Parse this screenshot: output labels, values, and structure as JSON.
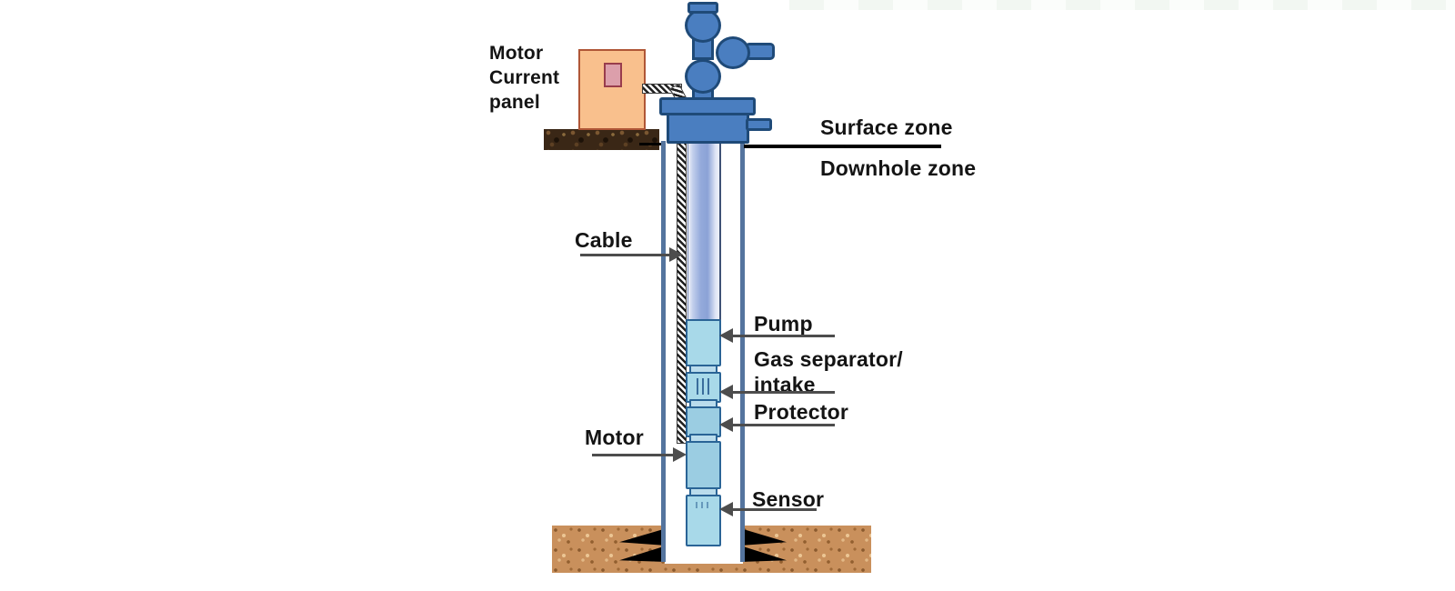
{
  "labels": {
    "panel_line1": "Motor",
    "panel_line2": "Current",
    "panel_line3": "panel",
    "cable": "Cable",
    "surface_zone": "Surface zone",
    "downhole_zone": "Downhole zone",
    "pump": "Pump",
    "gas_separator_line1": "Gas separator/",
    "gas_separator_line2": "intake",
    "protector": "Protector",
    "motor": "Motor",
    "sensor": "Sensor"
  },
  "colors": {
    "wellhead_blue": "#4a7ec0",
    "wellhead_outline": "#1f4a78",
    "equipment_fill": "#a8d9e9",
    "equipment_fill_dark": "#9bcde2",
    "equipment_outline": "#2a6496",
    "casing_wall": "#54749e",
    "tubing_mid": "#8ba2d6",
    "panel_fill": "#f9c08d",
    "panel_outline": "#b05636",
    "panel_window_fill": "#dc9fab",
    "panel_window_outline": "#993c4c",
    "soil_dark": "#3a2716",
    "formation_sand": "#c9905c",
    "arrow_gray": "#4d4d4d",
    "text_black": "#141414",
    "divider_black": "#000000"
  }
}
